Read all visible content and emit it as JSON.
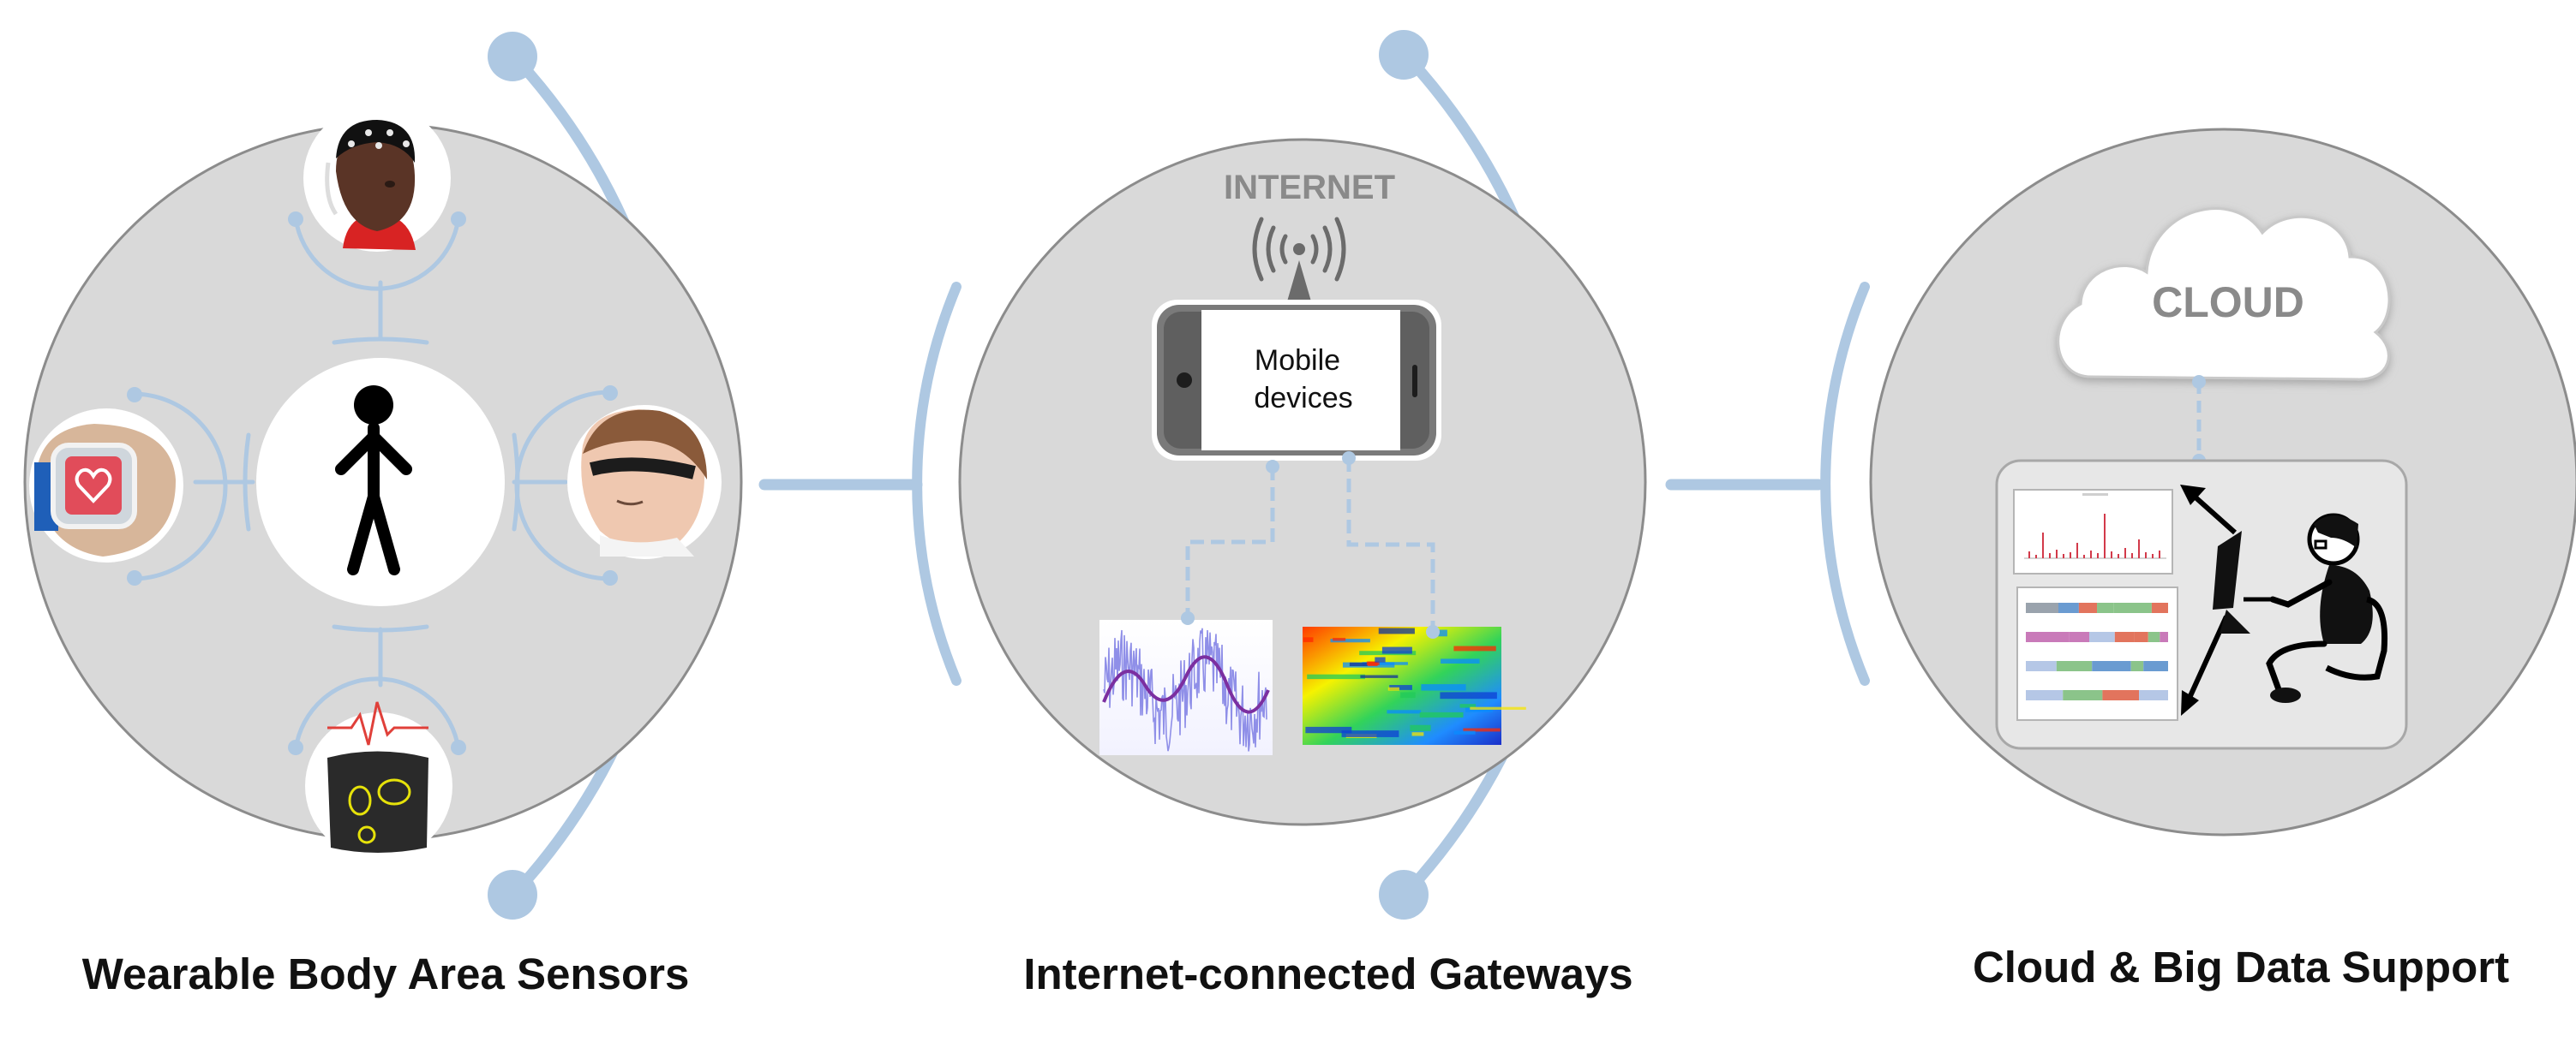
{
  "colors": {
    "circle_fill": "#d9d9d9",
    "circle_stroke": "#8c8c8c",
    "connector": "#aec8e2",
    "text_gray": "#8a8a8a"
  },
  "panels": [
    {
      "caption": "Wearable Body Area Sensors",
      "center_icon": "stick-figure-icon",
      "sensors": [
        {
          "name": "eeg-cap-photo",
          "icon": "eeg-head-icon"
        },
        {
          "name": "smartwatch-photo",
          "icon": "smartwatch-icon"
        },
        {
          "name": "sleep-headband-photo",
          "icon": "sleeping-person-icon"
        },
        {
          "name": "ecg-chest-photo",
          "icon": "ecg-sensor-icon"
        }
      ]
    },
    {
      "caption": "Internet-connected Gateways",
      "network_label": "INTERNET",
      "network_icon": "antenna-icon",
      "device_label_line1": "Mobile",
      "device_label_line2": "devices",
      "device_icon": "smartphone-icon",
      "outputs": [
        {
          "name": "signal-waveform-plot",
          "icon": "waveform-icon"
        },
        {
          "name": "spectrogram-plot",
          "icon": "spectrogram-icon"
        }
      ]
    },
    {
      "caption": "Cloud & Big Data Support",
      "cloud_label": "CLOUD",
      "cloud_icon": "cloud-icon",
      "analyst_icon": "person-at-computer-icon",
      "panels": [
        {
          "name": "time-series-chart-thumbnail"
        },
        {
          "name": "stacked-bar-chart-thumbnail"
        }
      ]
    }
  ]
}
